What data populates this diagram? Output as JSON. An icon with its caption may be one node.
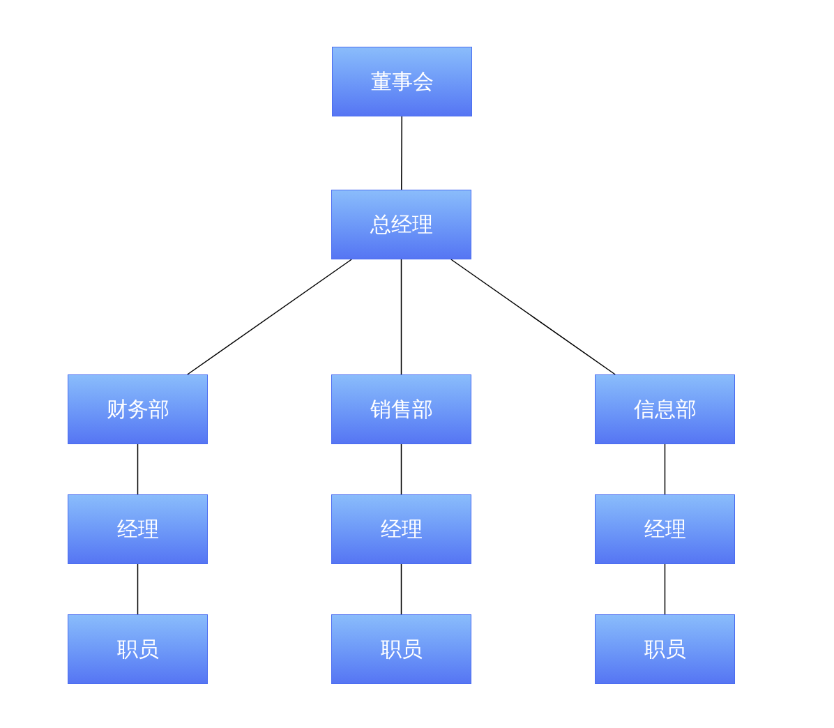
{
  "diagram": {
    "nodes": [
      {
        "text": [
          "董事会"
        ]
      },
      {
        "text": [
          "总经理"
        ]
      },
      {
        "text": [
          "财务部"
        ]
      },
      {
        "text": [
          "销售部"
        ]
      },
      {
        "text": [
          "信息部"
        ]
      },
      {
        "text": [
          "经理"
        ]
      },
      {
        "text": [
          "经理"
        ]
      },
      {
        "text": [
          "经理"
        ]
      },
      {
        "text": [
          "职员"
        ]
      },
      {
        "text": [
          "职员"
        ]
      },
      {
        "text": [
          "职员"
        ]
      }
    ],
    "edges": [
      {
        "from": 0,
        "to": 1,
        "arrow": "none"
      },
      {
        "from": 1,
        "to": 2,
        "arrow": "none"
      },
      {
        "from": 1,
        "to": 3,
        "arrow": "none"
      },
      {
        "from": 1,
        "to": 4,
        "arrow": "none"
      },
      {
        "from": 2,
        "to": 5,
        "arrow": "none"
      },
      {
        "from": 5,
        "to": 8,
        "arrow": "none"
      },
      {
        "from": 3,
        "to": 6,
        "arrow": "none"
      },
      {
        "from": 6,
        "to": 9,
        "arrow": "none"
      },
      {
        "from": 4,
        "to": 7,
        "arrow": "none"
      },
      {
        "from": 7,
        "to": 10,
        "arrow": "none"
      }
    ]
  }
}
